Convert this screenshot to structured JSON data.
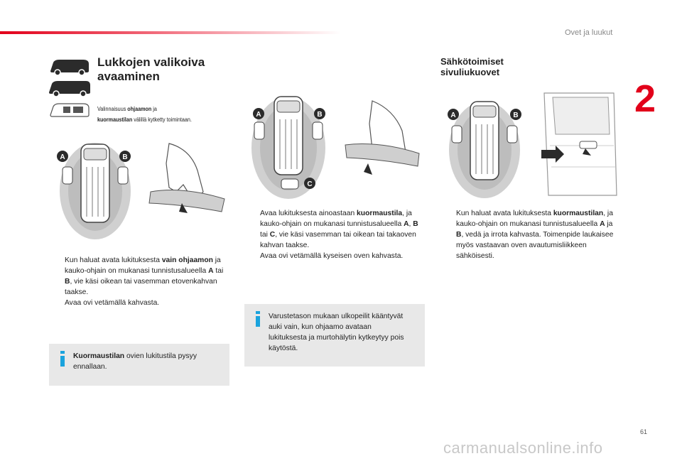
{
  "header": {
    "section_title": "Ovet ja luukut",
    "chapter_number": "2"
  },
  "left": {
    "title_line1": "Lukkojen valikoiva",
    "title_line2": "avaaminen",
    "note_prefix": "Valinnaisuus ",
    "note_bold1": "ohjaamon",
    "note_mid": " ja",
    "note_bold2": "kuormaustilan",
    "note_suffix": " välillä kytketty toimintaan.",
    "bullet1_prefix": "Kun haluat avata lukituksesta ",
    "bullet1_bold": "vain ohjaamon",
    "bullet1_mid": " ja kauko-ohjain on mukanasi tunnistusalueella ",
    "bullet1_a": "A",
    "bullet1_tai": " tai ",
    "bullet1_b": "B",
    "bullet1_suffix": ", vie käsi oikean tai vasemman etovenkahvan taakse.",
    "bullet2": "Avaa ovi vetämällä kahvasta.",
    "info_bold": "Kuormaustilan",
    "info_text": " ovien lukitustila pysyy ennallaan.",
    "zone_labels": [
      "A",
      "B"
    ]
  },
  "middle": {
    "bullet1_prefix": "Avaa lukituksesta ainoastaan ",
    "bullet1_bold": "kuormaustila",
    "bullet1_mid": ", ja kauko-ohjain on mukanasi tunnistusalueella ",
    "a": "A",
    "sep": ", ",
    "b": "B",
    "tai": " tai ",
    "c": "C",
    "bullet1_suffix": ", vie käsi vasemman tai oikean tai takaoven kahvan taakse.",
    "bullet2": "Avaa ovi vetämällä kyseisen oven kahvasta.",
    "info_text": "Varustetason mukaan ulkopeilit kääntyvät auki vain, kun ohjaamo avataan lukituksesta ja murtohälytin kytkeytyy pois käytöstä.",
    "zone_labels": [
      "A",
      "B",
      "C"
    ]
  },
  "right": {
    "title_line1": "Sähkötoimiset",
    "title_line2": "sivuliukuovet",
    "bullet1_prefix": "Kun haluat avata lukituksesta ",
    "bullet1_bold": "kuormaustilan",
    "bullet1_mid": ", ja kauko-ohjain on mukanasi tunnistusalueella ",
    "a": "A",
    "ja": " ja ",
    "b": "B",
    "bullet1_suffix": ", vedä ja irrota kahvasta. Toimenpide laukaisee myös vastaavan oven avautumisliikkeen sähköisesti.",
    "zone_labels": [
      "A",
      "B"
    ]
  },
  "bullet_marker": "",
  "footer": {
    "page_number": "61",
    "watermark": "carmanualsonline.info"
  },
  "colors": {
    "accent": "#e2001a",
    "info_icon": "#1aa3dd",
    "info_bg": "#e8e8e8"
  }
}
